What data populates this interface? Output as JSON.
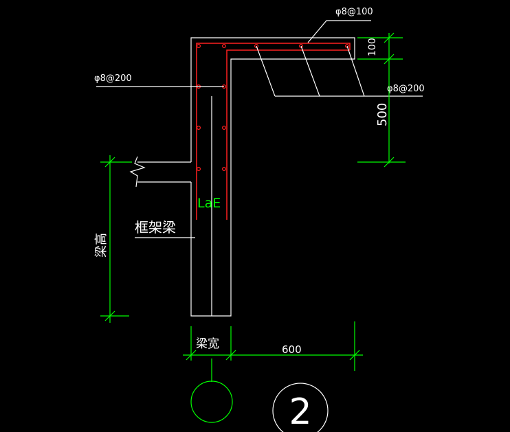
{
  "labels": {
    "rebar_top": "φ8@100",
    "rebar_left": "φ8@200",
    "rebar_right": "φ8@200",
    "dim_100": "100",
    "dim_500": "500",
    "dim_600": "600",
    "anchorage": "LaE",
    "frame_beam": "框架梁",
    "beam_height": "梁高",
    "beam_width": "梁宽",
    "detail_number": "2"
  },
  "colors": {
    "background": "#000000",
    "outline": "#ffffff",
    "dimension": "#00ff00",
    "rebar": "#ff2020"
  }
}
